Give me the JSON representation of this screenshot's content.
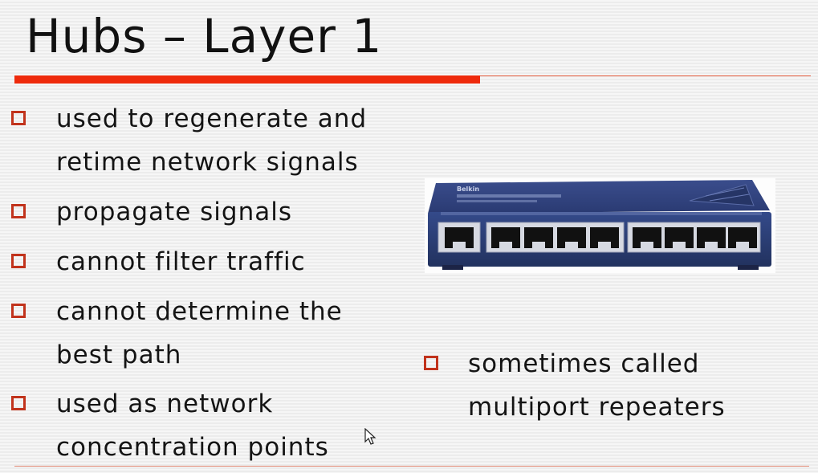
{
  "slide": {
    "title": "Hubs – Layer 1",
    "bullets_left": [
      {
        "line1": "used to regenerate and",
        "line2": "retime network signals"
      },
      {
        "line1": "propagate signals"
      },
      {
        "line1": "cannot filter traffic"
      },
      {
        "line1": "cannot determine the",
        "line2": "best path"
      },
      {
        "line1": "used as network",
        "line2": "concentration points"
      }
    ],
    "bullet_right": {
      "line1": "sometimes called",
      "line2": "multiport repeaters"
    }
  },
  "image": {
    "subject": "network hub",
    "logo_text": "Belkin"
  },
  "colors": {
    "accent": "#ee2a0c",
    "bullet": "#c1331c",
    "text": "#141414"
  }
}
